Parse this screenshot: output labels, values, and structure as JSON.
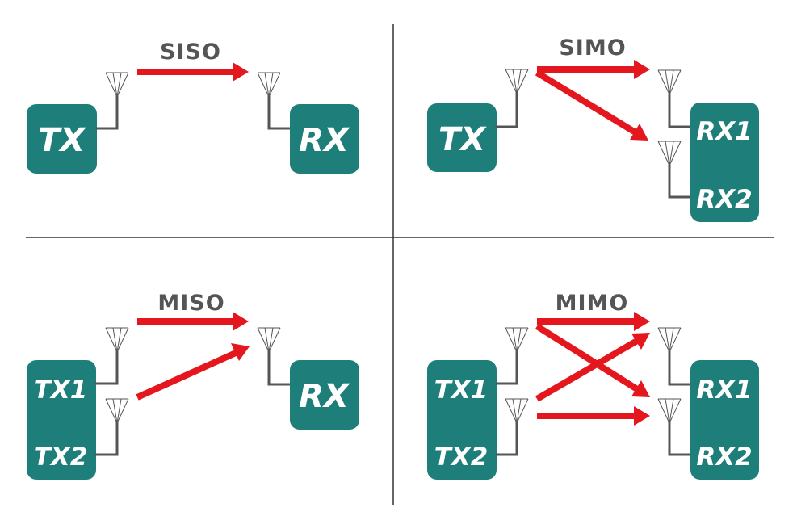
{
  "diagram": {
    "accent_color": "#1e7f7a",
    "arrow_color": "#e4171f",
    "line_color": "#555555",
    "panels": {
      "siso": {
        "title": "SISO",
        "tx": [
          "TX"
        ],
        "rx": [
          "RX"
        ]
      },
      "simo": {
        "title": "SIMO",
        "tx": [
          "TX"
        ],
        "rx": [
          "RX1",
          "RX2"
        ]
      },
      "miso": {
        "title": "MISO",
        "tx": [
          "TX1",
          "TX2"
        ],
        "rx": [
          "RX"
        ]
      },
      "mimo": {
        "title": "MIMO",
        "tx": [
          "TX1",
          "TX2"
        ],
        "rx": [
          "RX1",
          "RX2"
        ]
      }
    }
  }
}
